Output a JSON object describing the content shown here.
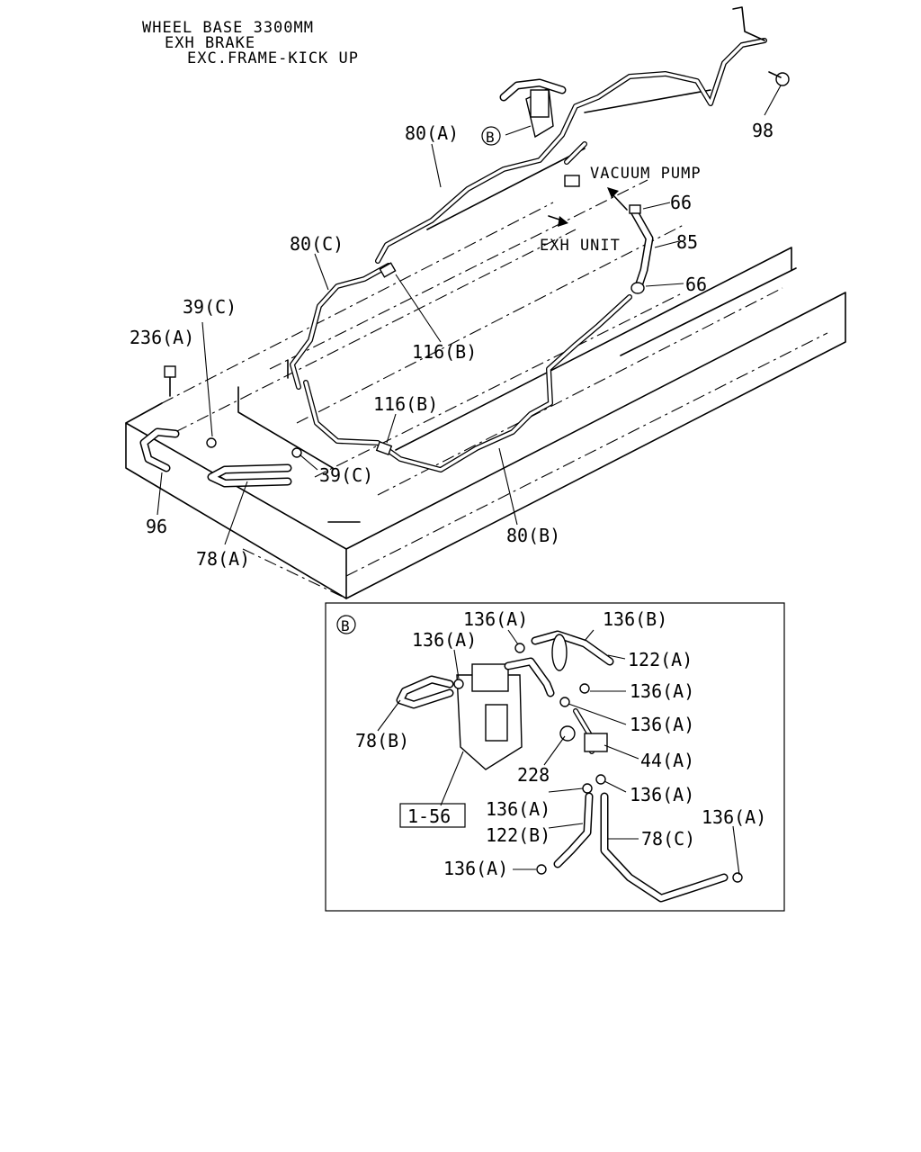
{
  "header": {
    "line1": "WHEEL BASE 3300MM",
    "line2": "EXH BRAKE",
    "line3": "EXC.FRAME-KICK UP"
  },
  "callouts": {
    "p98": "98",
    "p80a": "80(A)",
    "b_ref": "B",
    "vacuum_pump": "VACUUM PUMP",
    "p66_top": "66",
    "exh_unit": "EXH UNIT",
    "p85": "85",
    "p66_bot": "66",
    "p80c": "80(C)",
    "p39c_top": "39(C)",
    "p236a": "236(A)",
    "p116b_top": "116(B)",
    "p116b_bot": "116(B)",
    "p39c_bot": "39(C)",
    "p96": "96",
    "p78a": "78(A)",
    "p80b": "80(B)"
  },
  "detail": {
    "marker": "B",
    "labels": {
      "c136a_1": "136(A)",
      "c136b": "136(B)",
      "c136a_2": "136(A)",
      "c122a": "122(A)",
      "c136a_3": "136(A)",
      "c136a_4": "136(A)",
      "c78b": "78(B)",
      "c44a": "44(A)",
      "c228": "228",
      "c136a_5": "136(A)",
      "c136a_6": "136(A)",
      "c136a_7": "136(A)",
      "c122b": "122(B)",
      "c78c": "78(C)",
      "c136a_8": "136(A)",
      "ref156": "1-56"
    }
  }
}
